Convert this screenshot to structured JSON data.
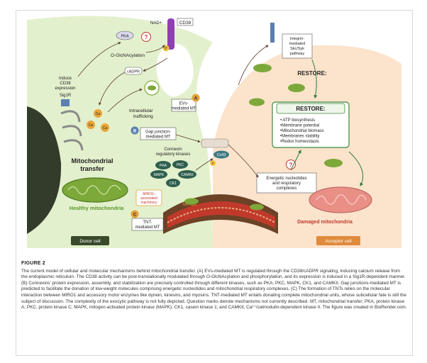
{
  "labels": {
    "nad": "NAD+",
    "cd38": "CD38",
    "pka": "PKA",
    "q1": "?",
    "p": "P",
    "ogln": "O-GlcNAcylation",
    "cadpr": "cADPR",
    "induce_l1": "Induce",
    "induce_l2": "CD38",
    "induce_l3": "expression",
    "sig1r": "Sig1R",
    "ca": "Ca",
    "intracellular_l1": "Intracellular",
    "intracellular_l2": "trafficking",
    "evs_l1": "EVs-",
    "evs_l2": "mediated MT",
    "a": "A",
    "b": "B",
    "c": "C",
    "gap_l1": "Gap junction-",
    "gap_l2": "mediated MT",
    "connexin_l1": "Connexin",
    "connexin_l2": "regulatory kinases",
    "cx43": "Cx43",
    "pkc": "PKC",
    "mapk": "MAPK",
    "camkii": "CAMKII",
    "ck1": "CK1",
    "mito_l1": "Mitochondrial",
    "mito_l2": "transfer",
    "miro_l1": "MIRO1-",
    "miro_l2": "associated",
    "miro_l3": "machinery",
    "miro1": "MIRO1",
    "healthy": "Healthy mitochondria",
    "tnt_l1": "TNT-",
    "tnt_l2": "mediated MT",
    "donor": "Donor cell",
    "integrin_l1": "Integrin-",
    "integrin_l2": "mediated",
    "integrin_l3": "Skc/Syk",
    "integrin_l4": "pathway",
    "restore": "RESTORE:",
    "r1": "• ATP biosynthesis",
    "r2": "•Membrane potential",
    "r3": "•Mitochondrial biomass",
    "r4": "•Membranes stability",
    "r5": "•Redox homeostasis",
    "q2": "?",
    "energetic_l1": "Energetic nucleotides",
    "energetic_l2": "and respiratory",
    "energetic_l3": "complexes",
    "damaged": "Damaged mitochondria",
    "acceptor": "Acceptor cell"
  },
  "caption": {
    "figure_label": "FIGURE 2",
    "text": "The current model of cellular and molecular mechanisms behind mitochondrial transfer. (A) EVs-mediated MT is regulated through the CD38/cADPR signaling, inducing calcium release from the endoplasmic reticulum. The CD38 activity can be post-translationally modulated through O-GlcNAcylation and phosphorylation, and its expression is induced in a Sig1R-dependent manner. (B) Connexins' protein expression, assembly, and stabilization are precisely controlled through different kinases, such as PKA, PKC, MAPK, CK1, and CAMKII. Gap junctions-mediated MT is predicted to facilitate the donation of low-weight molecules comprising energetic nucleotides and mitochondrial respiratory complexes. (C) The formation of TNTs relies on the molecular interaction between MIRO1 and accessory motor enzymes like dynein, kinesins, and myosins. TNT-mediated MT entails donating complete mitochondrial units, whose subcellular fate is still the subject of discussion. The complexity of the exocytic pathway is not fully depicted. Question marks denote mechanisms not currently described. MT, mitochondrial transfer; PKA, protein kinase A; PKC, protein kinase C; MAPK, mitogen-activated protein kinase (MAPK); CK1, casein kinase 1; and CAMKII, Ca²⁺/calmodulin-dependent kinase II. The figure was created in BioRender.com."
  },
  "colors": {
    "donor_bg": "#e3f0cd",
    "acceptor_bg": "#fbe3cc",
    "healthy_mito": "#7da83a",
    "damaged_mito": "#e98f86",
    "restore_border": "#3c8a3e",
    "donor_badge": "#384a2a",
    "acceptor_badge": "#e08a3c"
  }
}
